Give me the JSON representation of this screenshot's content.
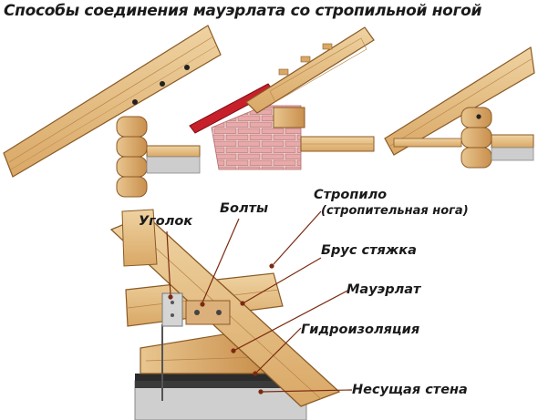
{
  "title": "Способы соединения  мауэрлата со стропильной ногой",
  "labels": {
    "rafter": "Стропило",
    "rafter_sub": "(стропительная нога)",
    "angle": "Уголок",
    "bolts": "Болты",
    "tie_beam": "Брус стяжка",
    "mauerlat": "Мауэрлат",
    "waterproofing": "Гидроизоляция",
    "bearing_wall": "Несущая стена"
  },
  "colors": {
    "wood_light": "#e8c590",
    "wood_mid": "#d6a664",
    "wood_dark": "#a9743a",
    "brick": "#e8b1b1",
    "roof_red": "#c8202a",
    "concrete": "#c9c9c9",
    "leader": "#7a2a10"
  }
}
